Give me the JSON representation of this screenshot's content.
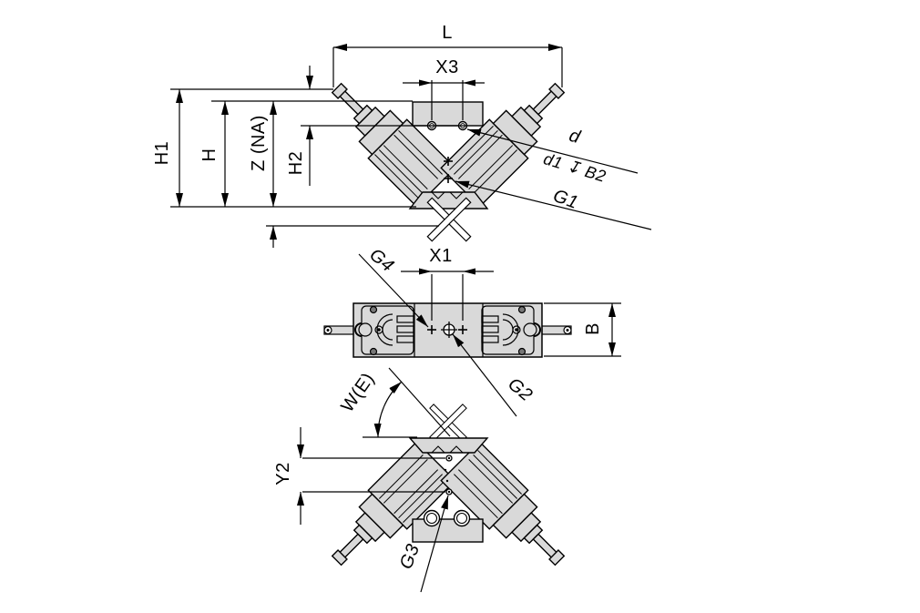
{
  "colors": {
    "background": "#ffffff",
    "body_fill": "#d9d9d9",
    "line": "#000000"
  },
  "views": {
    "front": {
      "labels": {
        "L": "L",
        "X3": "X3",
        "H1": "H1",
        "H": "H",
        "Z_NA": "Z (NA)",
        "H2": "H2",
        "d": "d",
        "d1_B2": "d1 ↧ B2",
        "G1": "G1"
      }
    },
    "plan": {
      "labels": {
        "G4": "G4",
        "X1": "X1",
        "G2": "G2",
        "B": "B"
      }
    },
    "open": {
      "labels": {
        "W_E": "W(E)",
        "Y2": "Y2",
        "G3": "G3"
      }
    }
  }
}
